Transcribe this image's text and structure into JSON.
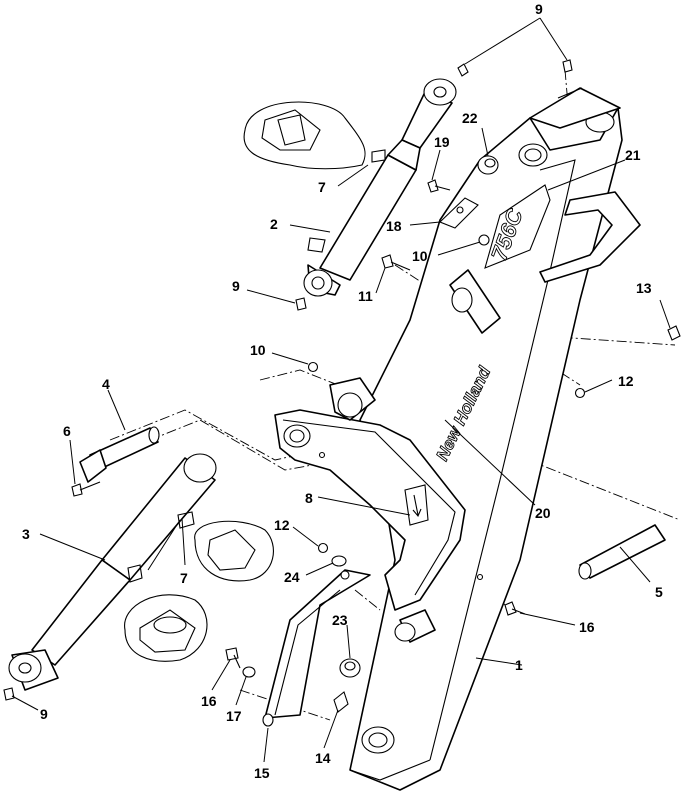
{
  "decals": {
    "brand": "New Holland",
    "model": "756C"
  },
  "callouts": [
    {
      "id": "c-9a",
      "label": "9"
    },
    {
      "id": "c-22",
      "label": "22"
    },
    {
      "id": "c-21",
      "label": "21"
    },
    {
      "id": "c-19",
      "label": "19"
    },
    {
      "id": "c-7a",
      "label": "7"
    },
    {
      "id": "c-2",
      "label": "2"
    },
    {
      "id": "c-18",
      "label": "18"
    },
    {
      "id": "c-10a",
      "label": "10"
    },
    {
      "id": "c-9b",
      "label": "9"
    },
    {
      "id": "c-11",
      "label": "11"
    },
    {
      "id": "c-13",
      "label": "13"
    },
    {
      "id": "c-10b",
      "label": "10"
    },
    {
      "id": "c-12a",
      "label": "12"
    },
    {
      "id": "c-4",
      "label": "4"
    },
    {
      "id": "c-6",
      "label": "6"
    },
    {
      "id": "c-20",
      "label": "20"
    },
    {
      "id": "c-8",
      "label": "8"
    },
    {
      "id": "c-3",
      "label": "3"
    },
    {
      "id": "c-12b",
      "label": "12"
    },
    {
      "id": "c-7b",
      "label": "7"
    },
    {
      "id": "c-24",
      "label": "24"
    },
    {
      "id": "c-5",
      "label": "5"
    },
    {
      "id": "c-23",
      "label": "23"
    },
    {
      "id": "c-16a",
      "label": "16"
    },
    {
      "id": "c-1",
      "label": "1"
    },
    {
      "id": "c-16b",
      "label": "16"
    },
    {
      "id": "c-17",
      "label": "17"
    },
    {
      "id": "c-9c",
      "label": "9"
    },
    {
      "id": "c-14",
      "label": "14"
    },
    {
      "id": "c-15",
      "label": "15"
    }
  ]
}
